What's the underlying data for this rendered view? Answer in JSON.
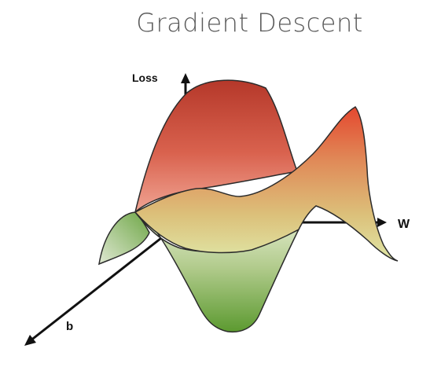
{
  "title": "Gradient Descent",
  "axes": {
    "loss_label": "Loss",
    "w_label": "W",
    "b_label": "b"
  },
  "colors": {
    "title": "#5a5a5a",
    "axis": "#111111",
    "surface_red": "#b8402e",
    "surface_pink": "#ef9a88",
    "surface_orange": "#e35a38",
    "surface_yellow_green": "#d9e2a0",
    "surface_green": "#5b9a33",
    "outline": "#2b2b2b"
  }
}
